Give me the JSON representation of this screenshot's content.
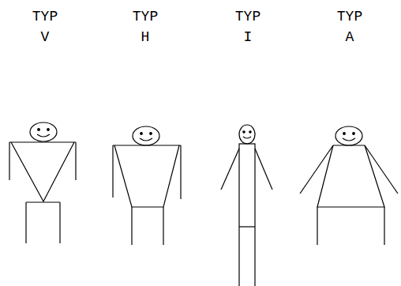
{
  "diagram": {
    "labels": [
      "TYP V",
      "TYP H",
      "TYP I",
      "TYP A"
    ]
  }
}
